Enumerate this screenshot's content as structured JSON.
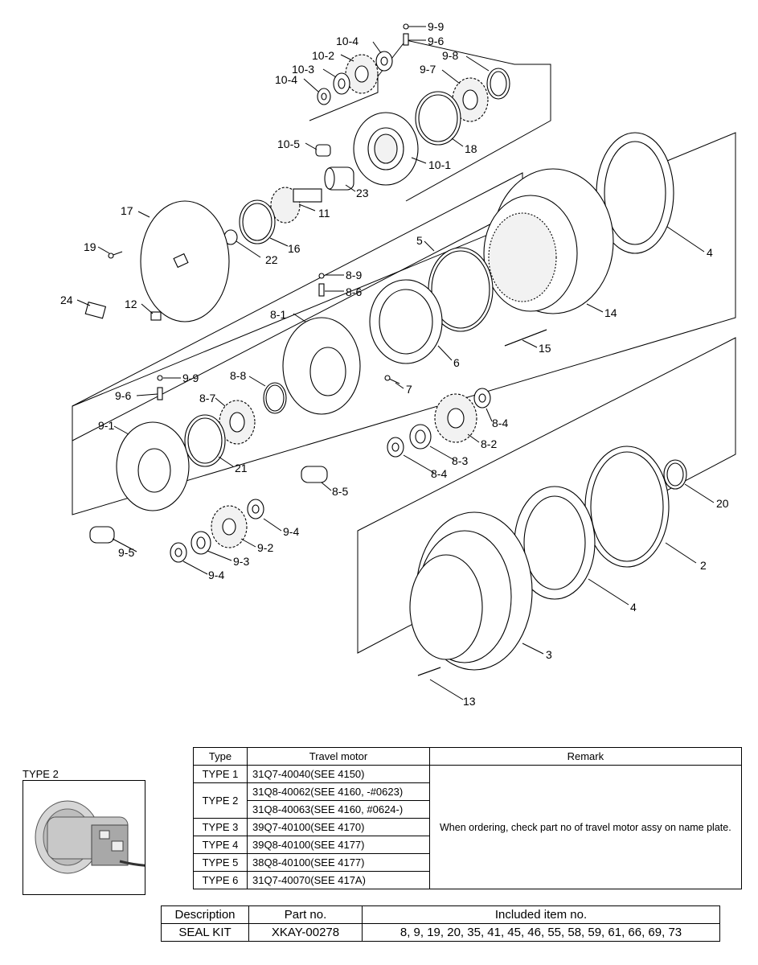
{
  "diagram": {
    "callouts": {
      "c99a": "9-9",
      "c96a": "9-6",
      "c104a": "10-4",
      "c102": "10-2",
      "c103": "10-3",
      "c104b": "10-4",
      "c98a": "9-8",
      "c97a": "9-7",
      "c105": "10-5",
      "c18": "18",
      "c101": "10-1",
      "c23": "23",
      "c11": "11",
      "c17": "17",
      "c19": "19",
      "c16": "16",
      "c22": "22",
      "c5": "5",
      "c4a": "4",
      "c89": "8-9",
      "c86": "8-6",
      "c24": "24",
      "c12": "12",
      "c81": "8-1",
      "c14": "14",
      "c15": "15",
      "c6": "6",
      "c99b": "9-9",
      "c88": "8-8",
      "c7": "7",
      "c96b": "9-6",
      "c87": "8-7",
      "c84a": "8-4",
      "c91": "9-1",
      "c82": "8-2",
      "c21": "21",
      "c83": "8-3",
      "c84b": "8-4",
      "c85": "8-5",
      "c20": "20",
      "c94a": "9-4",
      "c92": "9-2",
      "c95": "9-5",
      "c93": "9-3",
      "c94b": "9-4",
      "c2": "2",
      "c4b": "4",
      "c3": "3",
      "c13": "13"
    }
  },
  "type2_label": "TYPE 2",
  "type_table": {
    "headers": [
      "Type",
      "Travel motor",
      "Remark"
    ],
    "rows": [
      {
        "type": "TYPE 1",
        "motors": [
          "31Q7-40040(SEE 4150)"
        ]
      },
      {
        "type": "TYPE 2",
        "motors": [
          "31Q8-40062(SEE 4160, -#0623)",
          "31Q8-40063(SEE 4160, #0624-)"
        ]
      },
      {
        "type": "TYPE 3",
        "motors": [
          "39Q7-40100(SEE 4170)"
        ]
      },
      {
        "type": "TYPE 4",
        "motors": [
          "39Q8-40100(SEE 4177)"
        ]
      },
      {
        "type": "TYPE 5",
        "motors": [
          "38Q8-40100(SEE 4177)"
        ]
      },
      {
        "type": "TYPE 6",
        "motors": [
          "31Q7-40070(SEE 417A)"
        ]
      }
    ],
    "remark": "When ordering, check part no of travel motor assy on name plate."
  },
  "seal_table": {
    "headers": [
      "Description",
      "Part no.",
      "Included item no."
    ],
    "row": {
      "description": "SEAL KIT",
      "part_no": "XKAY-00278",
      "items": "8, 9, 19, 20, 35, 41, 45, 46, 55, 58, 59, 61, 66, 69, 73"
    }
  }
}
